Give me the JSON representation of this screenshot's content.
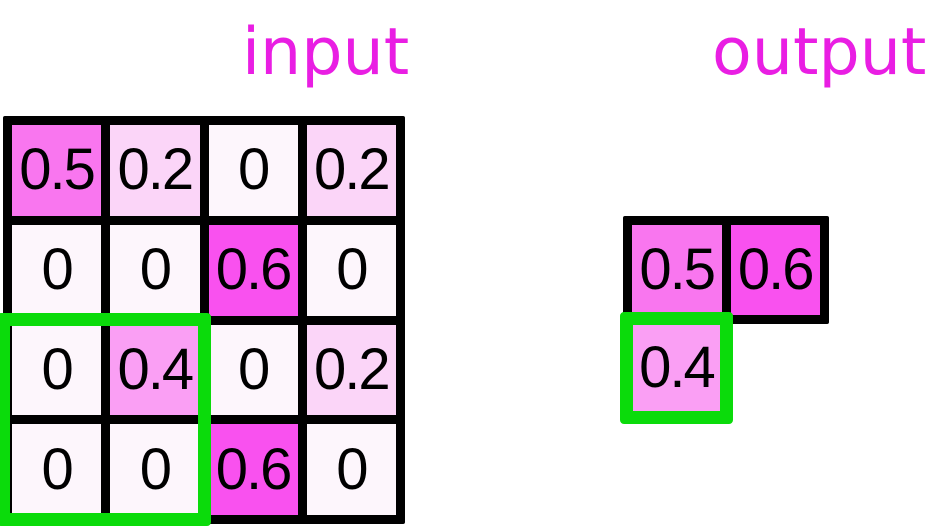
{
  "titles": {
    "input": "input",
    "output": "output"
  },
  "colors": {
    "title": "#e91ee3",
    "grid_border": "#000000",
    "highlight_green": "#0bdb0b",
    "number_text": "#000000",
    "values": {
      "v0": "#fdf6fc",
      "v02": "#fbd5f8",
      "v04": "#fa9ff4",
      "v05": "#f976ef",
      "v06": "#f951ef"
    }
  },
  "input_grid": {
    "rows": [
      [
        "0.5",
        "0.2",
        "0",
        "0.2"
      ],
      [
        "0",
        "0",
        "0.6",
        "0"
      ],
      [
        "0",
        "0.4",
        "0",
        "0.2"
      ],
      [
        "0",
        "0",
        "0.6",
        "0"
      ]
    ],
    "highlight_region": "rows 3-4, cols 1-2"
  },
  "output_grid": {
    "row1": [
      "0.5",
      "0.6"
    ],
    "row2": [
      "0.4"
    ],
    "highlighted_value": "0.4"
  }
}
